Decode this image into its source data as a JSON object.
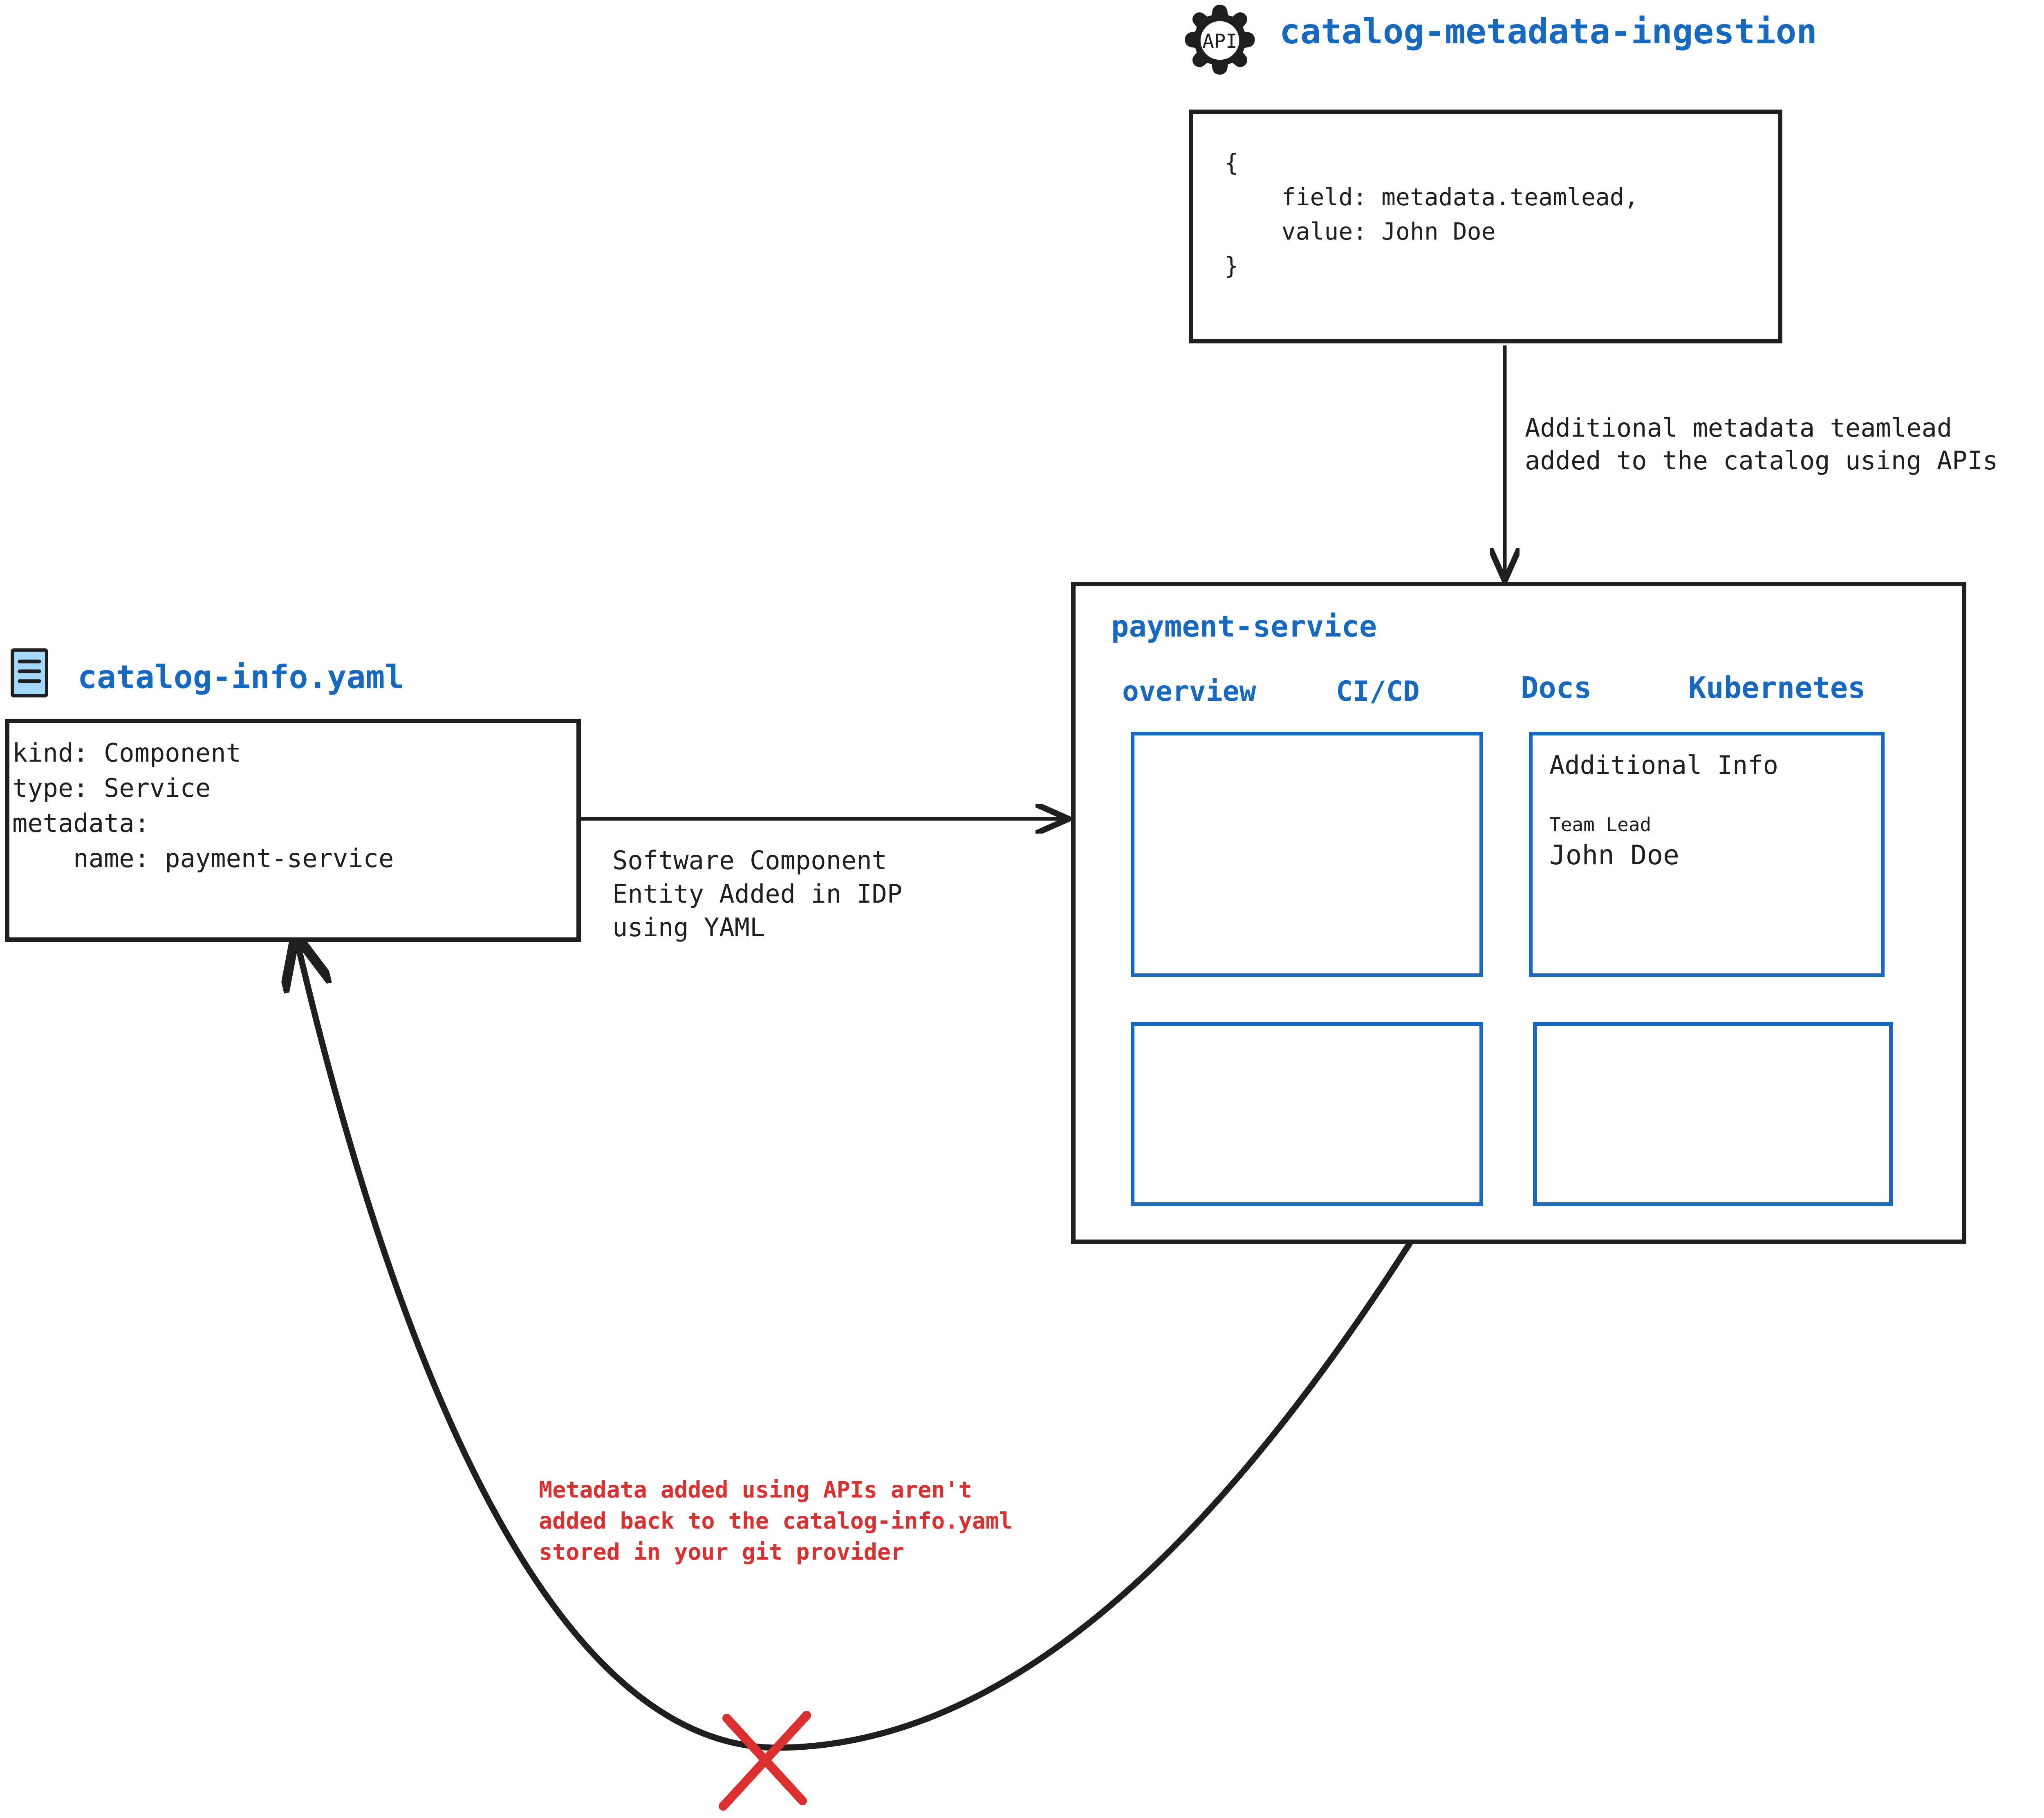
{
  "diagram": {
    "title": "Backstage catalog metadata ingestion flow",
    "colors": {
      "accent_blue": "#1668c0",
      "warning_red": "#dc3030",
      "stroke_black": "#1f1f1f",
      "icon_fill_blue": "#a5d8fd"
    }
  },
  "api_node": {
    "icon_name": "api-gear-icon",
    "icon_label": "API",
    "title": "catalog-metadata-ingestion",
    "code_lines": [
      "{",
      "    field: metadata.teamlead,",
      "    value: John Doe",
      "}"
    ]
  },
  "yaml_node": {
    "icon_name": "yaml-file-icon",
    "title": "catalog-info.yaml",
    "code_lines": [
      "kind: Component",
      "type: Service",
      "metadata:",
      "    name: payment-service"
    ]
  },
  "edges": {
    "api_to_panel": {
      "label_lines": [
        "Additional metadata teamlead",
        "added to the catalog using APIs"
      ]
    },
    "yaml_to_panel": {
      "label_lines": [
        "Software Component",
        "Entity Added in IDP",
        "using YAML"
      ]
    },
    "panel_to_yaml": {
      "label_lines": [
        "Metadata added using APIs aren't",
        "added back to the catalog-info.yaml",
        "stored in your git provider"
      ],
      "blocked_marker": "red-x-mark"
    }
  },
  "panel": {
    "title": "payment-service",
    "tabs": [
      {
        "label": "overview"
      },
      {
        "label": "CI/CD"
      },
      {
        "label": "Docs"
      },
      {
        "label": "Kubernetes"
      }
    ],
    "cards": [
      {
        "name": "empty-card-top-left",
        "heading": "",
        "field_label": "",
        "field_value": ""
      },
      {
        "name": "additional-info-card",
        "heading": "Additional Info",
        "field_label": "Team Lead",
        "field_value": "John Doe"
      },
      {
        "name": "empty-card-bottom-left",
        "heading": "",
        "field_label": "",
        "field_value": ""
      },
      {
        "name": "empty-card-bottom-right",
        "heading": "",
        "field_label": "",
        "field_value": ""
      }
    ]
  }
}
